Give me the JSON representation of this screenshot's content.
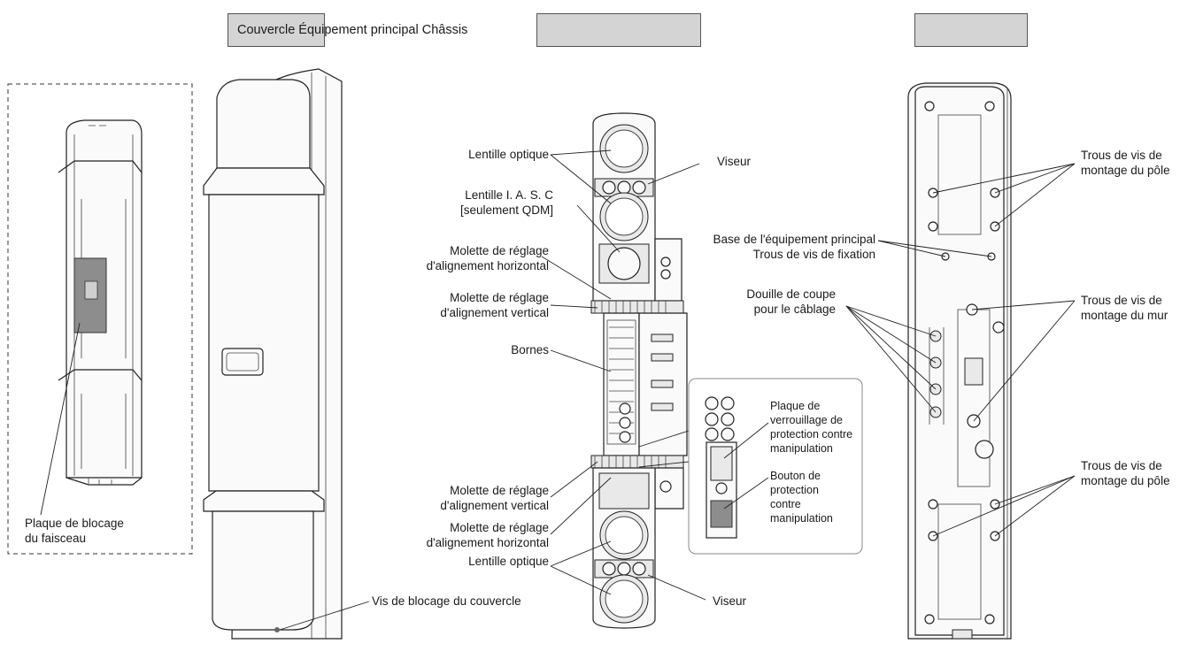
{
  "header": {
    "title": "Couvercle Équipement principal Châssis"
  },
  "labels": {
    "beam_plate": [
      "Plaque de blocage",
      "du faisceau"
    ],
    "cover_screw": "Vis de blocage du couvercle",
    "optical_lens_top": "Lentille optique",
    "iasc_lens": [
      "Lentille I. A. S. C",
      "[seulement QDM]"
    ],
    "h_knob_top": [
      "Molette de réglage",
      "d'alignement horizontal"
    ],
    "v_knob_top": [
      "Molette de réglage",
      "d'alignement vertical"
    ],
    "terminals": "Bornes",
    "v_knob_bottom": [
      "Molette de réglage",
      "d'alignement vertical"
    ],
    "h_knob_bottom": [
      "Molette de réglage",
      "d'alignement horizontal"
    ],
    "optical_lens_bottom": "Lentille optique",
    "viewfinder_top": "Viseur",
    "viewfinder_bottom": "Viseur",
    "tamper_plate": [
      "Plaque de",
      "verrouillage de",
      "protection contre",
      "manipulation"
    ],
    "tamper_button": [
      "Bouton de",
      "protection",
      "contre",
      "manipulation"
    ],
    "base_fixing": [
      "Base de l'équipement principal",
      "Trous de vis de fixation"
    ],
    "wiring_bushing": [
      "Douille de coupe",
      "pour le câblage"
    ],
    "pole_holes_top": [
      "Trous de vis de",
      "montage du pôle"
    ],
    "wall_holes": [
      "Trous de vis de",
      "montage du mur"
    ],
    "pole_holes_bottom": [
      "Trous de vis de",
      "montage du pôle"
    ]
  }
}
